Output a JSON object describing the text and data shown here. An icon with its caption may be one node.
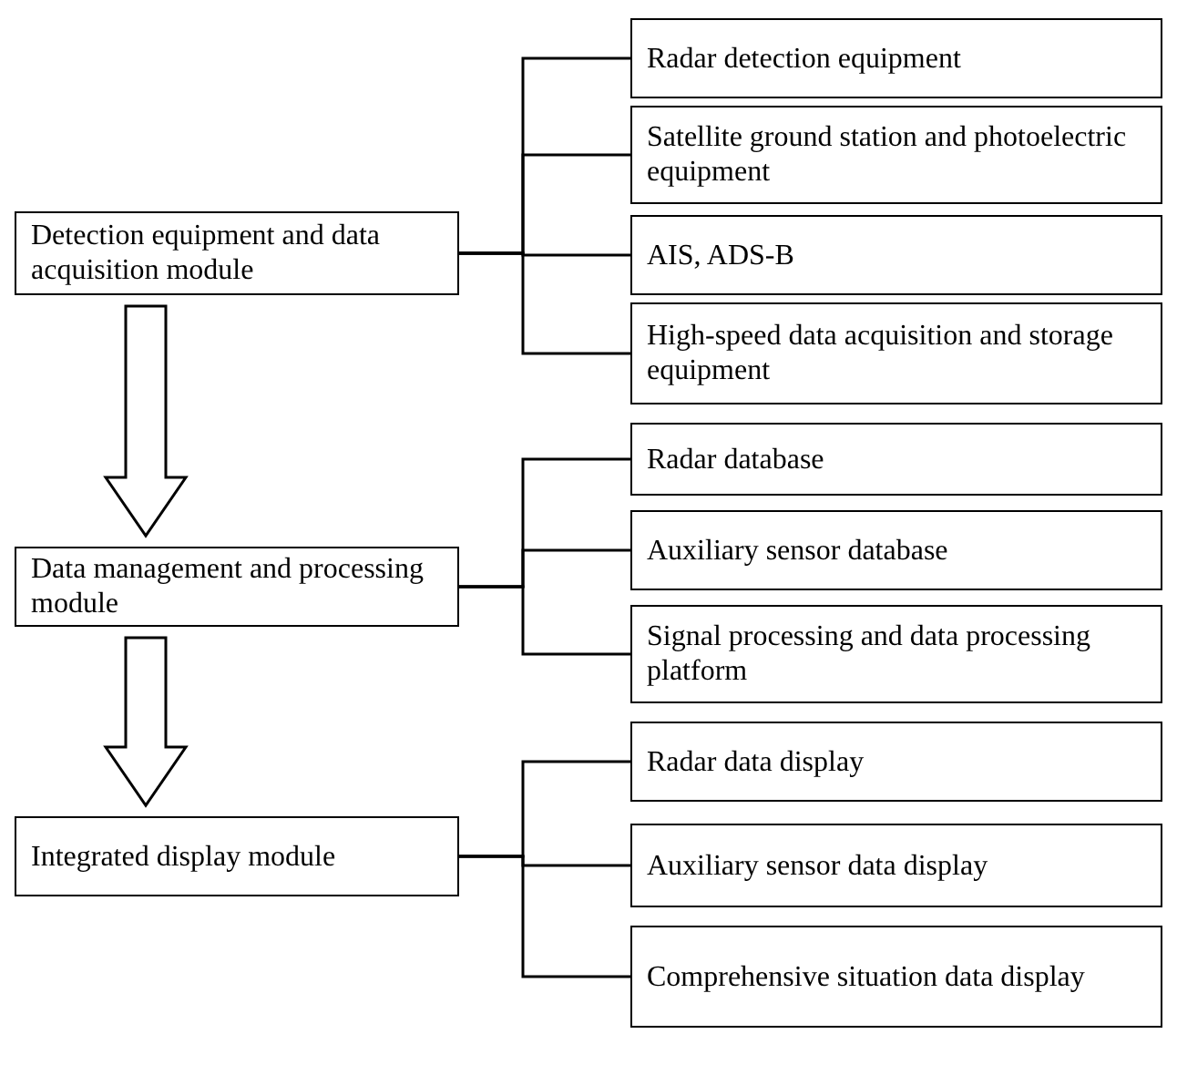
{
  "diagram": {
    "nodes": [
      {
        "text": [
          "Detection equipment and data acquisition module"
        ]
      },
      {
        "text": [
          "Radar detection equipment"
        ]
      },
      {
        "text": [
          "Satellite ground station and photoelectric equipment"
        ]
      },
      {
        "text": [
          "AIS, ADS-B"
        ]
      },
      {
        "text": [
          "High-speed data acquisition and storage equipment"
        ]
      },
      {
        "text": [
          "Data management and processing module"
        ]
      },
      {
        "text": [
          "Radar database"
        ]
      },
      {
        "text": [
          "Auxiliary sensor database"
        ]
      },
      {
        "text": [
          "Signal processing and data processing platform"
        ]
      },
      {
        "text": [
          "Integrated display module"
        ]
      },
      {
        "text": [
          "Radar data display"
        ]
      },
      {
        "text": [
          "Auxiliary sensor data display"
        ]
      },
      {
        "text": [
          "Comprehensive situation data display"
        ]
      }
    ],
    "edges": [
      {
        "from": 0,
        "to": 1,
        "arrow": "none"
      },
      {
        "from": 0,
        "to": 2,
        "arrow": "none"
      },
      {
        "from": 0,
        "to": 3,
        "arrow": "none"
      },
      {
        "from": 0,
        "to": 4,
        "arrow": "none"
      },
      {
        "from": 0,
        "to": 5,
        "arrow": "to"
      },
      {
        "from": 5,
        "to": 6,
        "arrow": "none"
      },
      {
        "from": 5,
        "to": 7,
        "arrow": "none"
      },
      {
        "from": 5,
        "to": 8,
        "arrow": "none"
      },
      {
        "from": 5,
        "to": 9,
        "arrow": "to"
      },
      {
        "from": 9,
        "to": 10,
        "arrow": "none"
      },
      {
        "from": 9,
        "to": 11,
        "arrow": "none"
      },
      {
        "from": 9,
        "to": 12,
        "arrow": "none"
      }
    ]
  }
}
